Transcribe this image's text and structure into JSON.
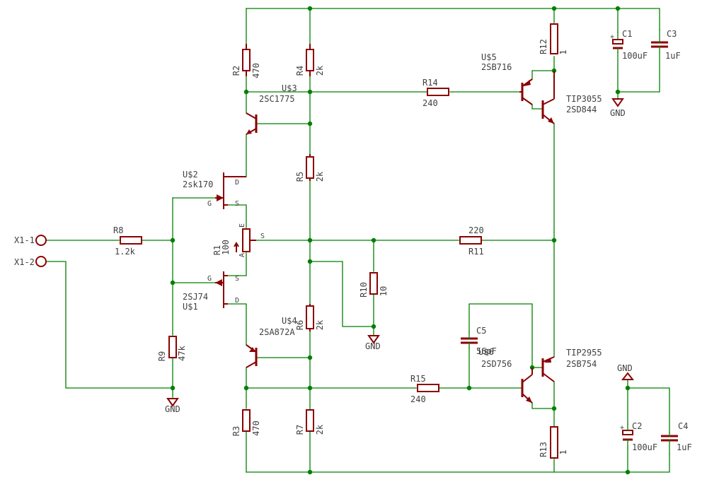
{
  "components": {
    "R2": {
      "name": "R2",
      "value": "470"
    },
    "R3": {
      "name": "R3",
      "value": "470"
    },
    "R4": {
      "name": "R4",
      "value": "2k"
    },
    "R5": {
      "name": "R5",
      "value": "2k"
    },
    "R6": {
      "name": "R6",
      "value": "2k"
    },
    "R7": {
      "name": "R7",
      "value": "2k"
    },
    "R8": {
      "name": "R8",
      "value": "1.2k"
    },
    "R9": {
      "name": "R9",
      "value": "47k"
    },
    "R10": {
      "name": "R10",
      "value": "10"
    },
    "R11": {
      "name": "R11",
      "value": "220"
    },
    "R12": {
      "name": "R12",
      "value": "1"
    },
    "R13": {
      "name": "R13",
      "value": "1"
    },
    "R14": {
      "name": "R14",
      "value": "240"
    },
    "R15": {
      "name": "R15",
      "value": "240"
    },
    "R1": {
      "name": "R1",
      "value": "100",
      "pin_a": "A",
      "pin_e": "E",
      "pin_s": "S"
    },
    "C1": {
      "name": "C1",
      "value": "100uF"
    },
    "C2": {
      "name": "C2",
      "value": "100uF"
    },
    "C3": {
      "name": "C3",
      "value": "1uF"
    },
    "C4": {
      "name": "C4",
      "value": "1uF"
    },
    "C5": {
      "name": "C5",
      "value": "56pF"
    },
    "U1": {
      "name": "U$1",
      "value": "2SJ74",
      "pin_g": "G",
      "pin_s": "S",
      "pin_d": "D"
    },
    "U2": {
      "name": "U$2",
      "value": "2sk170",
      "pin_g": "G",
      "pin_s": "S",
      "pin_d": "D"
    },
    "U3": {
      "name": "U$3",
      "value": "2SC1775"
    },
    "U4": {
      "name": "U$4",
      "value": "2SA872A"
    },
    "U5": {
      "name": "U$5",
      "value": "2SB716"
    },
    "U6": {
      "name": "U$6",
      "value": "2SD756"
    },
    "Q1": {
      "name": "TIP3055",
      "value": "2SD844"
    },
    "Q2": {
      "name": "TIP2955",
      "value": "2SB754"
    },
    "X1": {
      "pin1": "X1-1",
      "pin2": "X1-2"
    },
    "gnd": {
      "label": "GND"
    }
  }
}
